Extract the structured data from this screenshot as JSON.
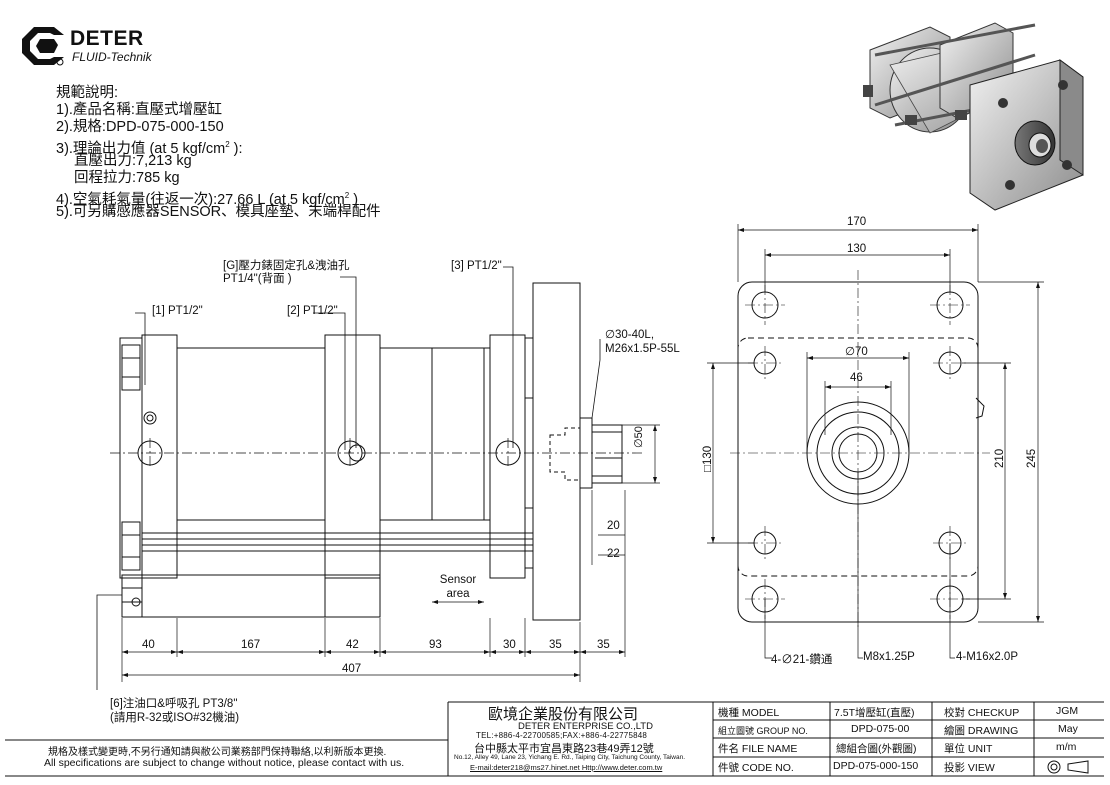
{
  "logo": {
    "brand": "DETER",
    "sub": "FLUID-Technik"
  },
  "spec": {
    "heading": "規範說明:",
    "l1": "1).產品名稱:直壓式增壓缸",
    "l2": "2).規格:DPD-075-000-150",
    "l3": "3).理論出力值 (at 5 kgf/cm",
    "l3_tail": " ):",
    "l3a": "直壓出力:7,213 kg",
    "l3b": "回程拉力:785 kg",
    "l4": "4).空氣耗氣量(往返一次):27.66 L (at 5 kgf/cm",
    "l4_tail": " )",
    "l5": "5).可另購感應器SENSOR、模具座墊、末端桿配件",
    "sup": "2"
  },
  "side_view": {
    "callout_g1": "[G]壓力錶固定孔&洩油孔",
    "callout_g2": "PT1/4\"(背面 )",
    "callout_1": "[1] PT1/2\"",
    "callout_2": "[2] PT1/2\"",
    "callout_3": "[3] PT1/2\"",
    "callout_rod1": "∅30-40L,",
    "callout_rod2": "M26x1.5P-55L",
    "dia_50": "∅50",
    "dim_20": "20",
    "dim_22": "22",
    "sensor1": "Sensor",
    "sensor2": "area",
    "dims": [
      "40",
      "167",
      "42",
      "93",
      "30",
      "35",
      "35"
    ],
    "total": "407",
    "callout_6a": "[6]注油口&呼吸孔 PT3/8\"",
    "callout_6b": "(請用R-32或ISO#32機油)"
  },
  "front_view": {
    "w170": "170",
    "w130": "130",
    "d70": "∅70",
    "w46": "46",
    "sq130": "□130",
    "h210": "210",
    "h245": "245",
    "note_holes": "4-∅21-鑽通",
    "note_m8": "M8x1.25P",
    "note_m16": "4-M16x2.0P"
  },
  "footer": {
    "note_cn": "規格及樣式變更時,不另行通知請與敝公司業務部門保持聯絡,以利新版本更換.",
    "note_en": "All specifications are subject to change without notice, please contact with us."
  },
  "title_block": {
    "company_cn": "歐境企業股份有限公司",
    "company_en": "DETER ENTERPRISE CO.,LTD",
    "tel": "TEL:+886-4-22700585;FAX:+886-4-22775848",
    "addr_cn": "台中縣太平市宜昌東路23巷49弄12號",
    "addr_en": "No.12, Alley 49, Lane 23, Yichang E. Rd., Taiping City, Taichung County, Taiwan.",
    "web": "E-mail:deter218@ms27.hinet.net   Http://www.deter.com.tw",
    "model_label": "機種 MODEL",
    "model_value": "7.5T增壓缸(直壓)",
    "group_label": "組立圖號 GROUP NO.",
    "group_value": "DPD-075-00",
    "file_label": "件名 FILE NAME",
    "file_value": "總組合圖(外觀圖)",
    "code_label": "件號 CODE NO.",
    "code_value": "DPD-075-000-150",
    "check_label": "校對 CHECKUP",
    "check_value": "JGM",
    "draw_label": "繪圖 DRAWING",
    "draw_value": "May",
    "unit_label": "單位 UNIT",
    "unit_value": "m/m",
    "view_label": "投影 VIEW"
  }
}
